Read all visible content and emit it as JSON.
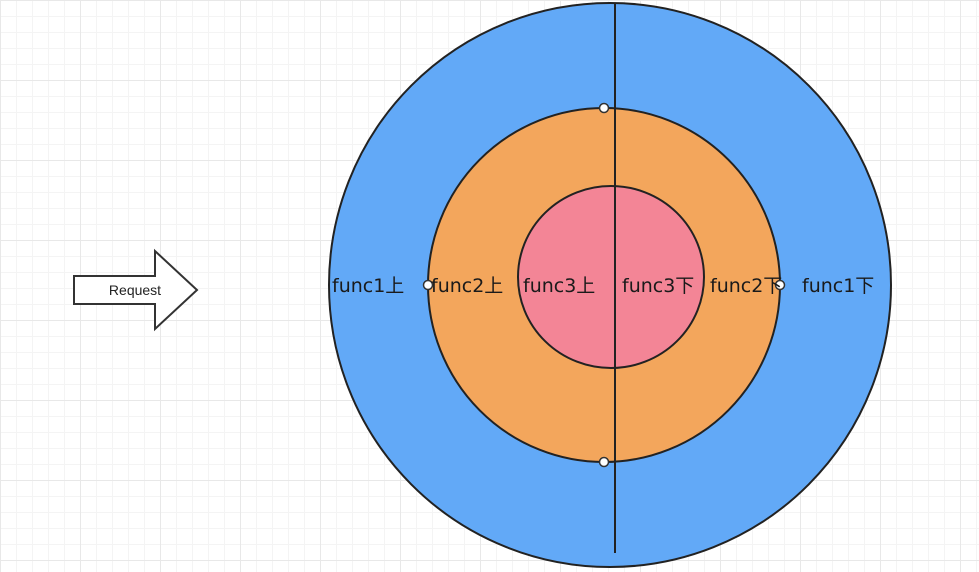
{
  "arrow": {
    "label": "Request"
  },
  "rings": {
    "outer": {
      "color": "#62a9f7"
    },
    "middle": {
      "color": "#f3a65c"
    },
    "inner": {
      "color": "#f38596"
    }
  },
  "labels": {
    "func1_up": "func1上",
    "func2_up": "func2上",
    "func3_up": "func3上",
    "func3_down": "func3下",
    "func2_down": "func2下",
    "func1_down": "func1下"
  },
  "colors": {
    "stroke": "#222222",
    "handle_fill": "#ffffff"
  }
}
